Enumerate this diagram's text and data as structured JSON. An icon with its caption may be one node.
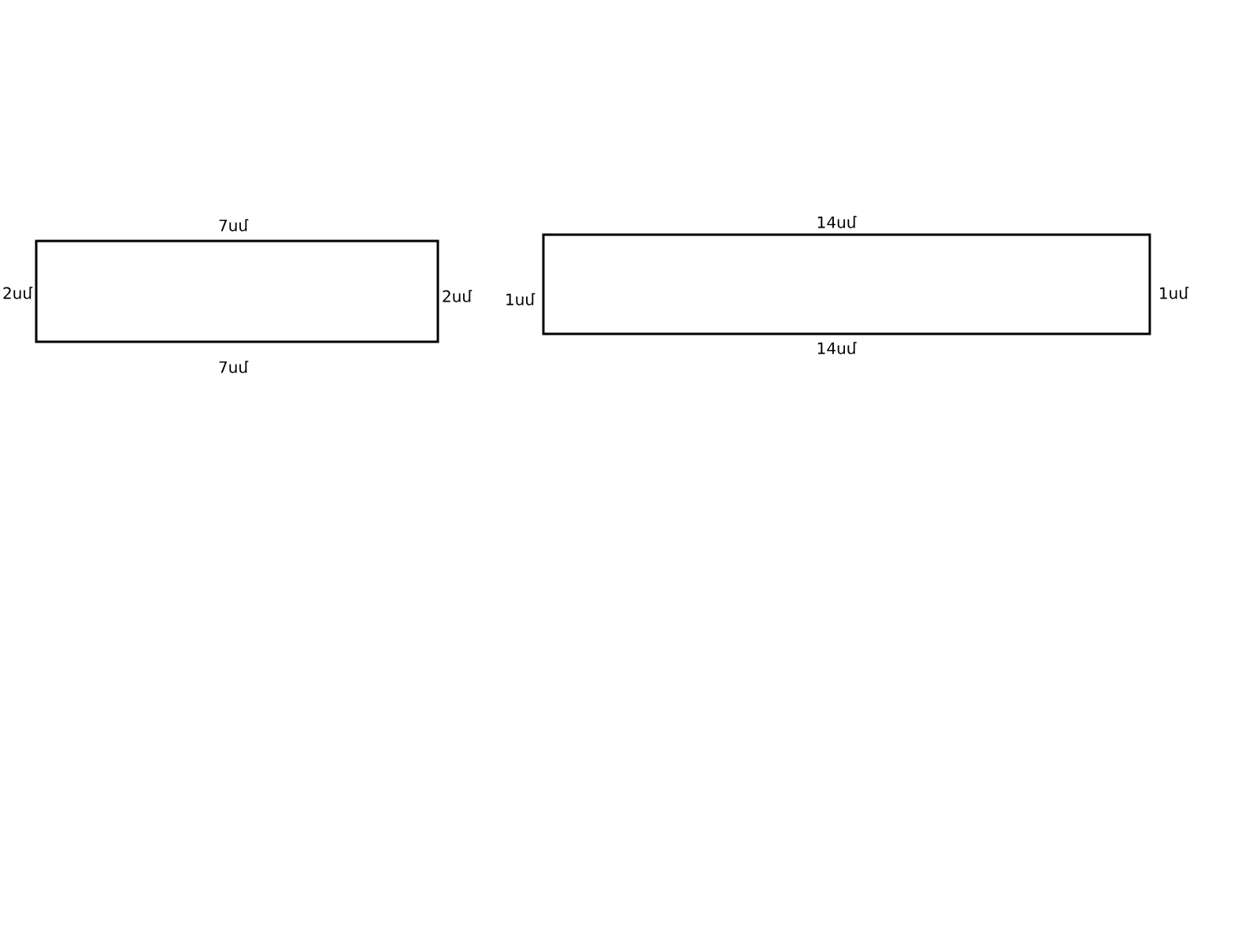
{
  "diagram": {
    "nodes": [
      {
        "text": [],
        "shape": "box",
        "beside": [
          "7սմ",
          "2սմ",
          "2սմ",
          "7սմ"
        ]
      },
      {
        "text": [],
        "shape": "box",
        "beside": [
          "14սմ",
          "1սմ",
          "1սմ",
          "14սմ"
        ]
      }
    ]
  }
}
